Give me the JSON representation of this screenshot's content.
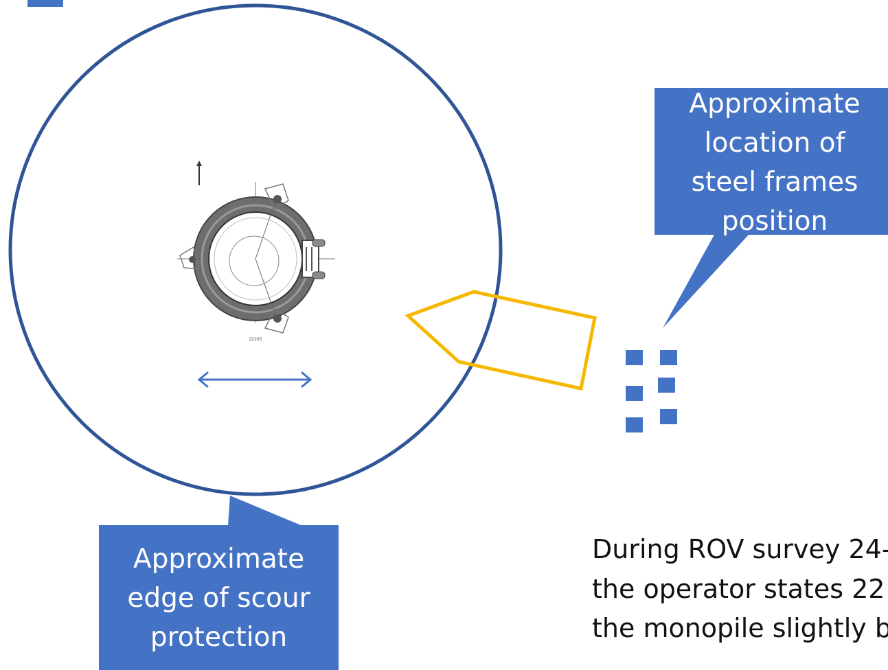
{
  "colors": {
    "scour_circle": "#2f5597",
    "callout_fill": "#4472c4",
    "frames_outline": "#f5b800",
    "frame_square": "#4472c4",
    "dimension_arrow": "#4472c4",
    "background": "#ffffff"
  },
  "callouts": {
    "steel_frames": {
      "text": "Approximate\nlocation of\nsteel frames\nposition"
    },
    "scour_edge": {
      "text": "Approximate\nedge of scour\nprotection"
    }
  },
  "drawing": {
    "label": "22295"
  },
  "survey_note": {
    "line1": "During ROV survey 24-",
    "line2": " the operator states 22",
    "line3": "the monopile slightly b"
  },
  "icons": {
    "north_arrow": "north-arrow-icon",
    "dimension_arrow": "double-headed-arrow-icon"
  },
  "steel_frames": {
    "count": 6
  }
}
